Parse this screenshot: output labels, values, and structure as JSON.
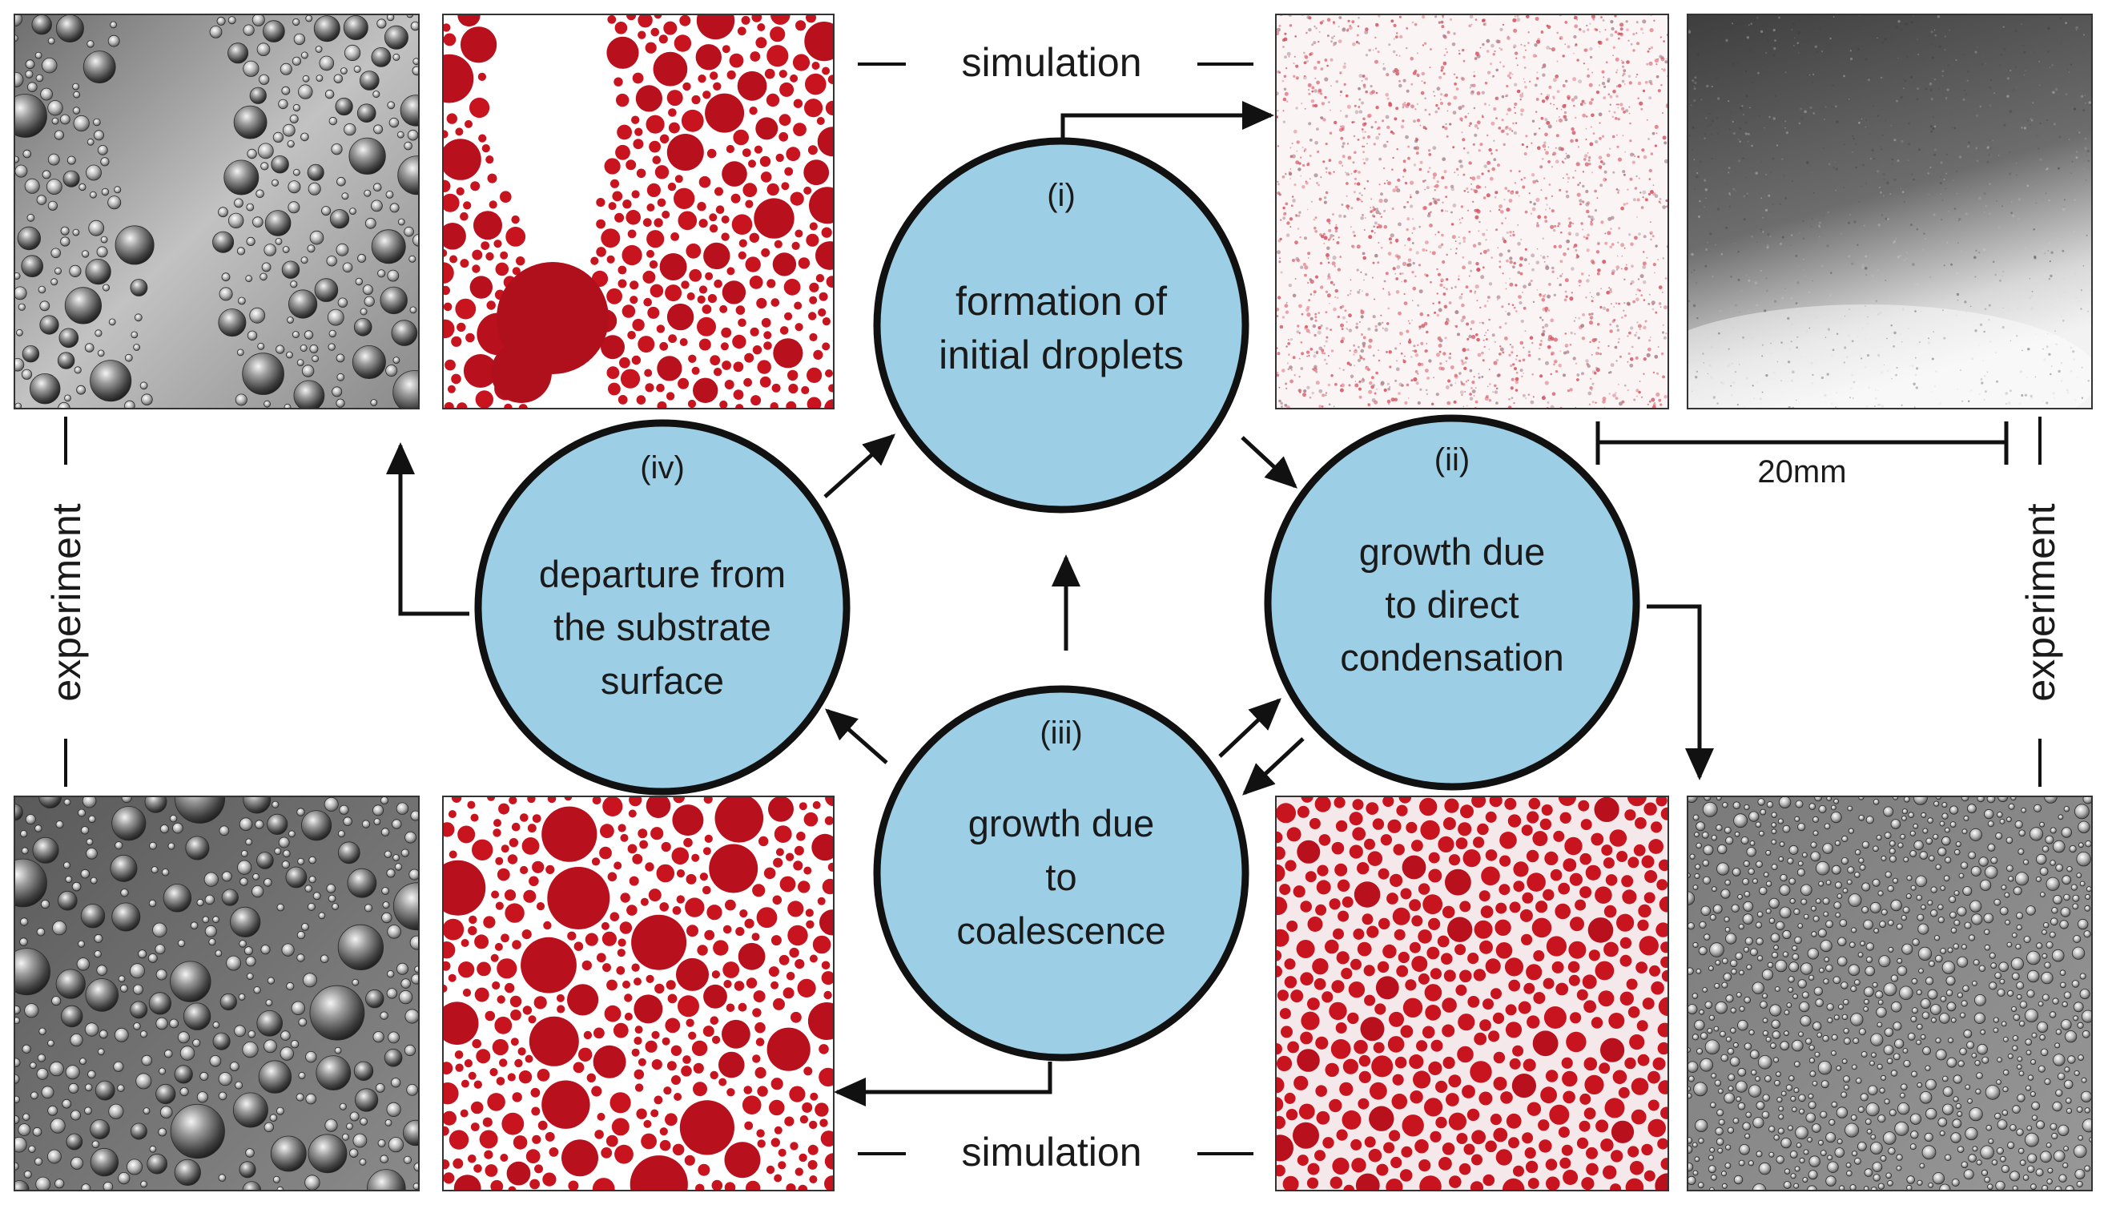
{
  "labels": {
    "simulation_top": "simulation",
    "simulation_bottom": "simulation",
    "experiment_left": "experiment",
    "experiment_right": "experiment",
    "scale_bar": "20mm"
  },
  "stages": [
    {
      "numeral": "(i)",
      "lines": [
        "formation of",
        "initial droplets"
      ]
    },
    {
      "numeral": "(ii)",
      "lines": [
        "growth due",
        "to direct",
        "condensation"
      ]
    },
    {
      "numeral": "(iii)",
      "lines": [
        "growth due",
        "to",
        "coalescence"
      ]
    },
    {
      "numeral": "(iv)",
      "lines": [
        "departure from",
        "the substrate",
        "surface"
      ]
    }
  ],
  "colors": {
    "circle_fill": "#9ccfe5",
    "circle_stroke": "#111111",
    "simulation_droplet": "#c3101b",
    "simulation_droplet_dark": "#9b0a12",
    "experiment_background": "#9a9a9a"
  },
  "panels": [
    {
      "id": "experiment-panel-iv",
      "kind": "experiment-photo",
      "stage": "(iv)"
    },
    {
      "id": "simulation-panel-iv",
      "kind": "simulation-image",
      "stage": "(iv)"
    },
    {
      "id": "simulation-panel-i",
      "kind": "simulation-image",
      "stage": "(i)"
    },
    {
      "id": "experiment-panel-i",
      "kind": "experiment-photo",
      "stage": "(i)"
    },
    {
      "id": "experiment-panel-iii",
      "kind": "experiment-photo",
      "stage": "(iii)"
    },
    {
      "id": "simulation-panel-iii",
      "kind": "simulation-image",
      "stage": "(iii)"
    },
    {
      "id": "simulation-panel-ii",
      "kind": "simulation-image",
      "stage": "(ii)"
    },
    {
      "id": "experiment-panel-ii",
      "kind": "experiment-photo",
      "stage": "(ii)"
    }
  ]
}
